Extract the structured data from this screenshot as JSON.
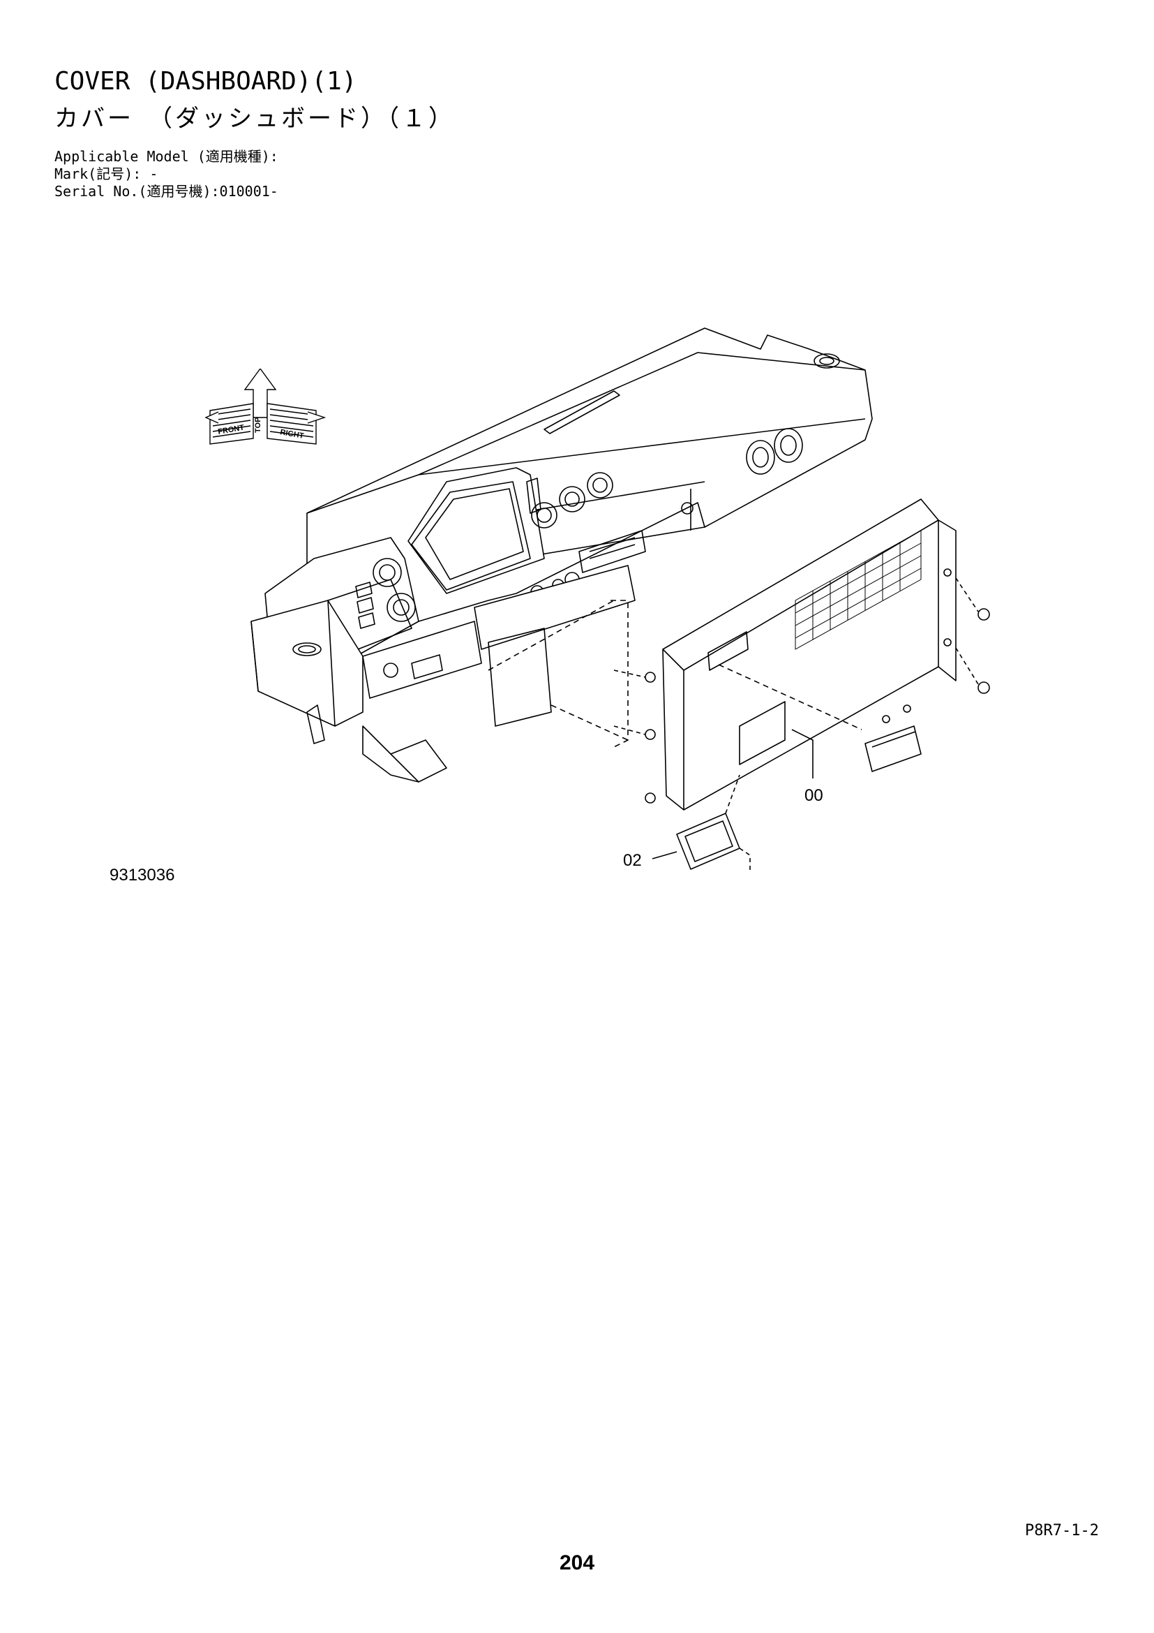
{
  "header": {
    "title_en": "COVER (DASHBOARD)(1)",
    "title_ja": "カバー　（ダッシュボード）（１）",
    "applicable_model": "Applicable Model (適用機種):",
    "mark": "Mark(記号): -",
    "serial_no": "Serial No.(適用号機):010001-"
  },
  "figure": {
    "figure_number": "9313036",
    "callouts": [
      "00",
      "02"
    ],
    "orientation_labels": [
      "FRONT",
      "RIGHT",
      "TOP"
    ]
  },
  "footer": {
    "page_code": "P8R7-1-2",
    "page_number": "204"
  }
}
